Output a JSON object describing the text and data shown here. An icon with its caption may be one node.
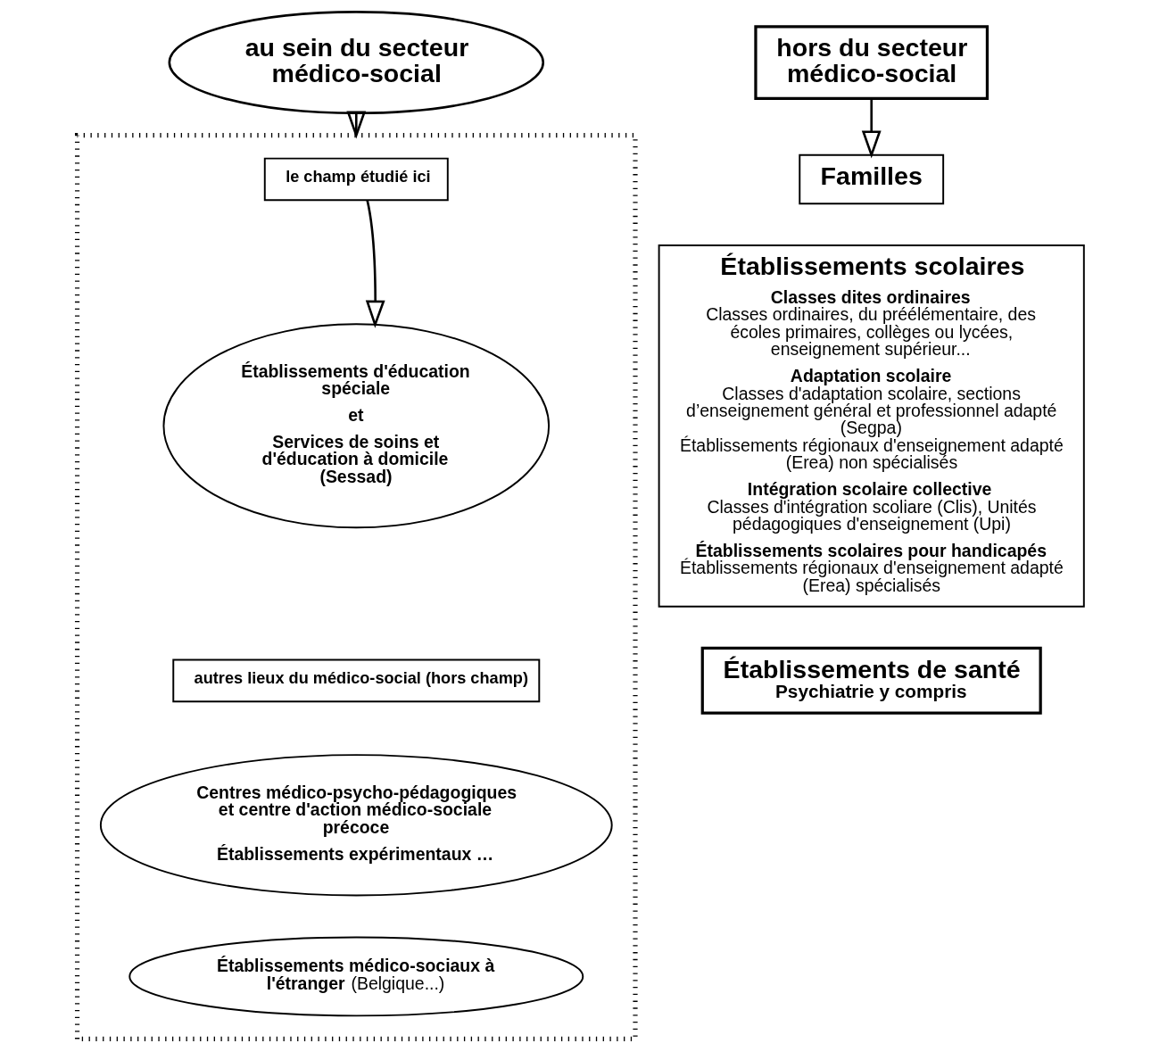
{
  "diagram": {
    "nodes": [
      {
        "text": [
          "au sein du secteur médico-social"
        ]
      },
      {
        "text": [
          "hors du secteur médico-social"
        ]
      },
      {
        "text": [],
        "shape": "box"
      },
      {
        "text": [
          "le champ étudié ici"
        ],
        "in": 2
      },
      {
        "text": [
          "Établissements d'éducation spéciale",
          "et",
          "Services de soins et d'éducation à domicile (Sessad)"
        ],
        "in": 2
      },
      {
        "text": [
          "autres lieux du médico-social (hors champ)"
        ],
        "in": 2
      },
      {
        "text": [
          "Centres médico-psycho-pédagogiques et centre d'action médico-sociale précoce",
          "Établissements expérimentaux …"
        ],
        "in": 2
      },
      {
        "text": [
          "**Établissements médico-sociaux à l'étranger** (Belgique...)"
        ],
        "in": 2
      },
      {
        "text": [
          "Familles"
        ]
      },
      {
        "text": [
          "Établissements scolaires",
          "Classes dites ordinaires",
          "Classes ordinaires, du préélémentaire, des écoles primaires, collèges ou lycées, enseignement supérieur...",
          "Adaptation scolaire",
          "Classes d'adaptation scolaire, sections d’enseignement général et professionnel adapté (Segpa)",
          "Établissements régionaux d'enseignement adapté (Erea) non spécialisés",
          "Intégration scolaire collective",
          "Classes d'intégration scoliare (Clis), Unités pédagogiques d'enseignement (Upi)",
          "Établissements scolaires pour handicapés",
          "Établissements régionaux d'enseignement adapté (Erea) spécialisés"
        ]
      },
      {
        "text": [
          "Établissements de santé",
          "Psychiatrie y compris"
        ]
      }
    ],
    "edges": [
      {
        "from": 0,
        "to": 2,
        "arrow": "to"
      },
      {
        "from": 1,
        "to": 8,
        "arrow": "to"
      },
      {
        "from": 3,
        "to": 4,
        "arrow": "to"
      }
    ]
  }
}
